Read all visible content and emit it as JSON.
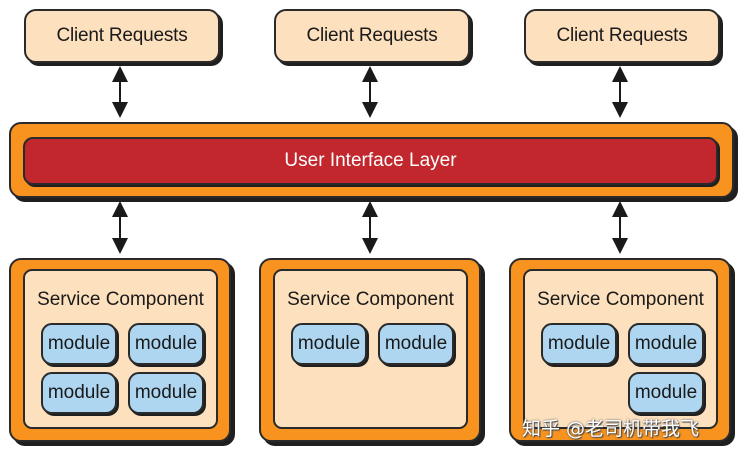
{
  "client_requests": [
    {
      "label": "Client Requests"
    },
    {
      "label": "Client Requests"
    },
    {
      "label": "Client Requests"
    }
  ],
  "ui_layer": {
    "label": "User Interface Layer"
  },
  "service_components": [
    {
      "title": "Service Component",
      "modules": [
        "module",
        "module",
        "module",
        "module"
      ]
    },
    {
      "title": "Service Component",
      "modules": [
        "module",
        "module"
      ]
    },
    {
      "title": "Service Component",
      "modules": [
        "module",
        "module",
        "module"
      ]
    }
  ],
  "watermark": "知乎 @老司机带我飞",
  "colors": {
    "orange": "#f7931e",
    "peach": "#fde0bd",
    "red": "#c1272d",
    "light_blue": "#aed6f1",
    "outline": "#2a2a2a"
  }
}
